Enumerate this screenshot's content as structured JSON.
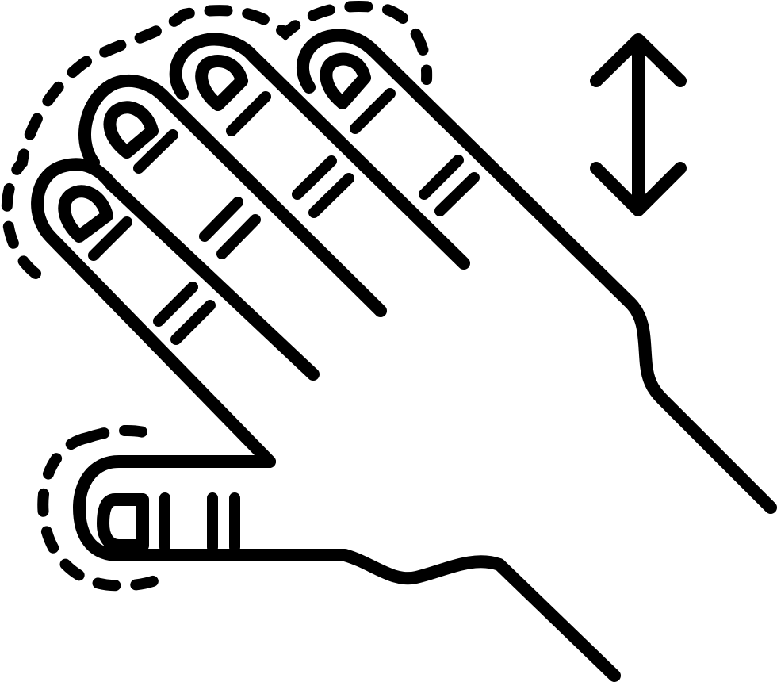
{
  "icon": {
    "name": "five-finger-vertical-swipe-gesture",
    "line_color": "#000000",
    "background_color": "#ffffff",
    "fingers": 5,
    "touch_points": 2,
    "swipe_direction": "vertical"
  }
}
